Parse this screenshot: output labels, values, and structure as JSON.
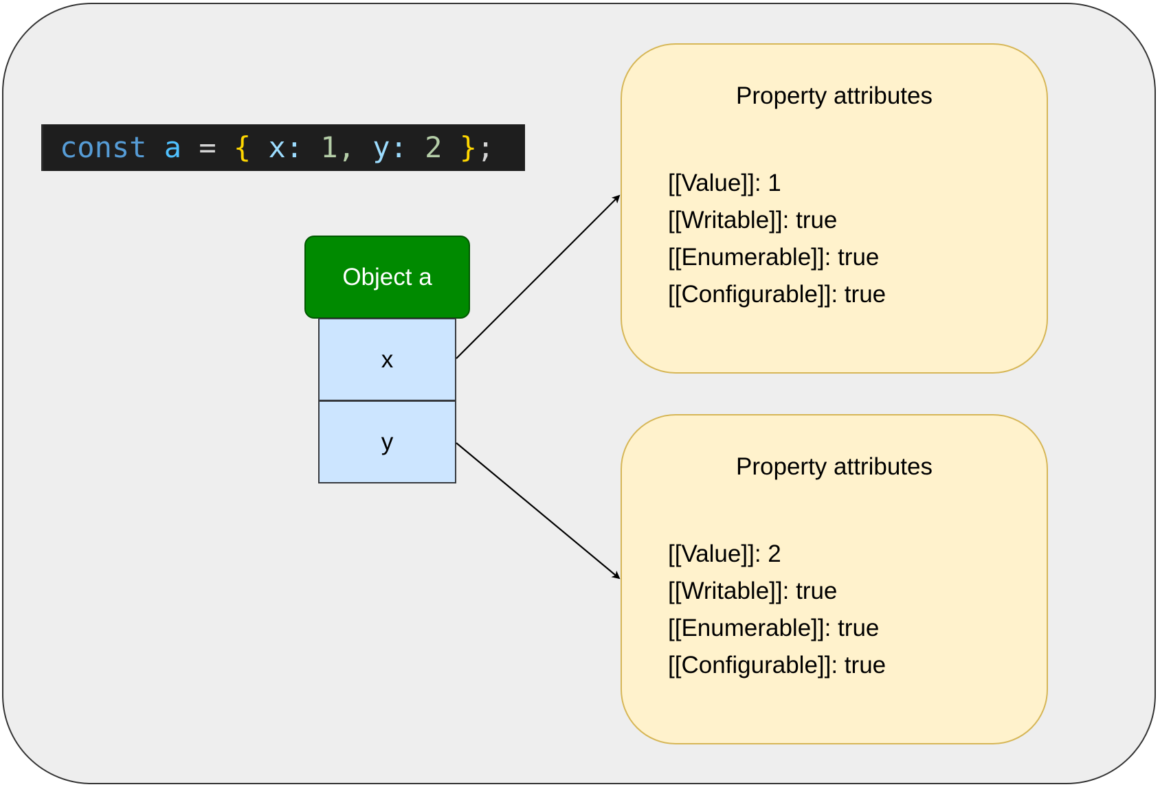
{
  "code_snippet": {
    "keyword": "const",
    "variable": "a",
    "assign": "=",
    "open_brace": "{",
    "prop_x": "x:",
    "val_x": "1,",
    "prop_y": "y:",
    "val_y": "2",
    "close_brace": "}",
    "semicolon": ";"
  },
  "object": {
    "title": "Object a",
    "properties": [
      "x",
      "y"
    ]
  },
  "attribute_boxes": [
    {
      "title": "Property attributes",
      "lines": [
        "[[Value]]: 1",
        "[[Writable]]: true",
        "[[Enumerable]]: true",
        "[[Configurable]]: true"
      ]
    },
    {
      "title": "Property attributes",
      "lines": [
        "[[Value]]: 2",
        "[[Writable]]: true",
        "[[Enumerable]]: true",
        "[[Configurable]]: true"
      ]
    }
  ],
  "colors": {
    "object_header": "#008a00",
    "property_cell": "#cce5ff",
    "attribute_box": "#fff2cc",
    "attribute_border": "#d6b656",
    "frame_background": "#eeeeee"
  }
}
